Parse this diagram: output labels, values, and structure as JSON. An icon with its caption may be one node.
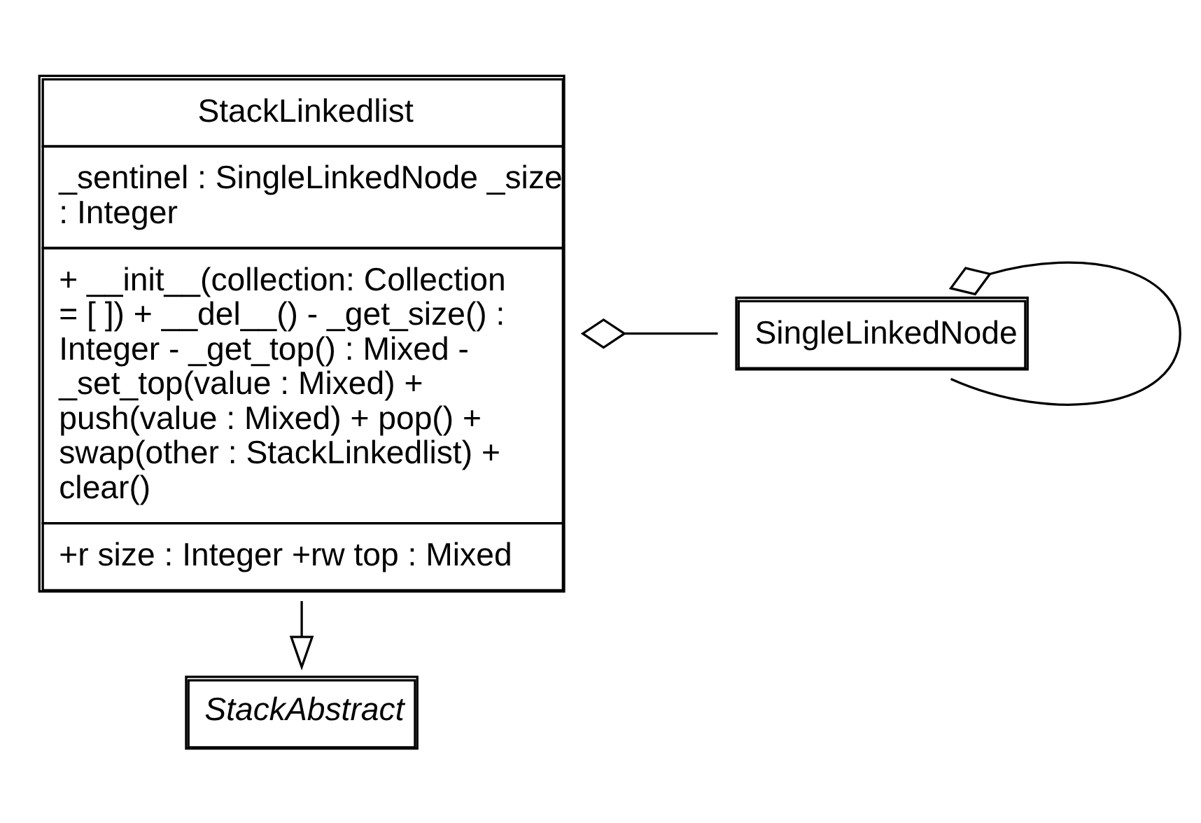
{
  "diagram": {
    "nodes": [
      {
        "text": [
          "StackAbstract"
        ]
      },
      {
        "text": [
          "StackLinkedlist",
          "_sentinel : SingleLinkedNode _size : Integer",
          "+ __init__(collection: Collection = [ ]) + __del__() - _get_size() : Integer - _get_top() : Mixed - _set_top(value : Mixed) + push(value : Mixed) + pop() + swap(other : StackLinkedlist) + clear()",
          "+r size : Integer +rw top : Mixed"
        ]
      },
      {
        "text": [
          "SingleLinkedNode"
        ]
      }
    ],
    "edges": [
      {
        "from": 1,
        "to": 0,
        "arrow": "to"
      },
      {
        "from": 1,
        "to": 2,
        "arrow": "other"
      },
      {
        "from": 2,
        "to": 2,
        "arrow": "other"
      }
    ]
  }
}
